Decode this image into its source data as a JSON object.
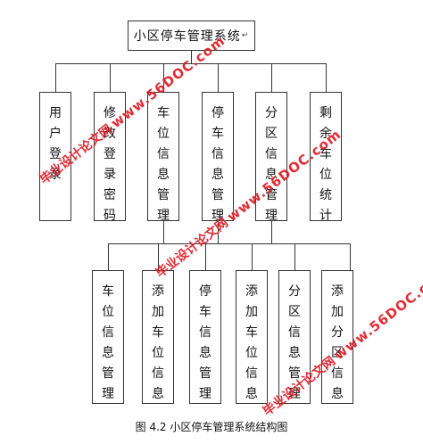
{
  "diagram": {
    "root": "小区停车管理系统",
    "level1": [
      "用户登录",
      "修改登录密码",
      "车位信息管理",
      "停车信息管理",
      "分区信息管理",
      "剩余车位统计"
    ],
    "level2": [
      "车位信息管理",
      "添加车位信息",
      "停车信息管理",
      "添加车位信息",
      "分区信息管理",
      "添加分区信息"
    ],
    "caption": "图 4.2 小区停车管理系统结构图"
  },
  "watermark": {
    "cn": "毕业设计论文网",
    "url": "www.56DOC.com",
    "color": "#e0202a"
  }
}
